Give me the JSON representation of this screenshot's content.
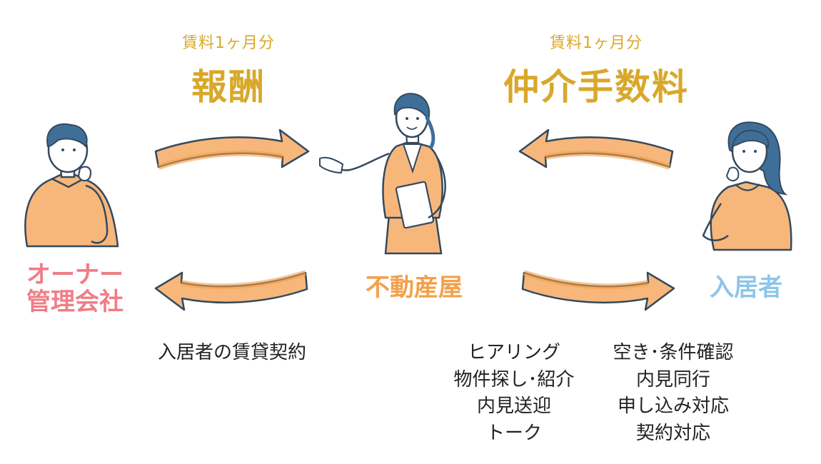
{
  "colors": {
    "gold": "#d9a82a",
    "owner_pink": "#f07d86",
    "agent_orange": "#f3a04a",
    "tenant_blue": "#8ec5e8",
    "figure_fill": "#f7b77a",
    "outline": "#34495e"
  },
  "left_top": {
    "small": "賃料1ヶ月分",
    "big": "報酬"
  },
  "right_top": {
    "small": "賃料1ヶ月分",
    "big": "仲介手数料"
  },
  "roles": {
    "owner_line1": "オーナー",
    "owner_line2": "管理会社",
    "agent": "不動産屋",
    "tenant": "入居者"
  },
  "bottom_left": {
    "line1": "入居者の賃貸契約"
  },
  "bottom_mid": {
    "line1": "ヒアリング",
    "line2": "物件探し･紹介",
    "line3": "内見送迎",
    "line4": "トーク"
  },
  "bottom_right": {
    "line1": "空き･条件確認",
    "line2": "内見同行",
    "line3": "申し込み対応",
    "line4": "契約対応"
  }
}
